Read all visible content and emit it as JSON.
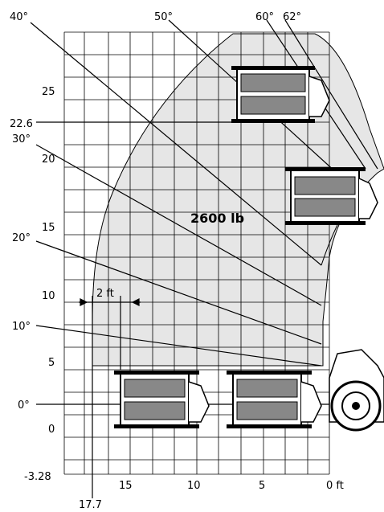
{
  "diagram": {
    "y_axis_labels": [
      "25",
      "22.6",
      "20",
      "15",
      "10",
      "5",
      "0",
      "-3.28"
    ],
    "x_axis_labels": [
      "15",
      "10",
      "5",
      "0 ft"
    ],
    "below_axis_label": "17.7",
    "width_annotation": "2 ft",
    "load_label": "2600 lb",
    "angle_labels": {
      "a40": "40°",
      "a50": "50°",
      "a60": "60°",
      "a62": "62°",
      "a30": "30°",
      "a20": "20°",
      "a10": "10°",
      "a0": "0°"
    },
    "envelope_color": "#e6e6e6",
    "line_color": "#000000"
  }
}
